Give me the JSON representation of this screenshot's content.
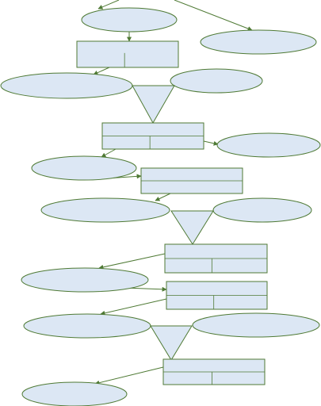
{
  "diagram": {
    "nodes": [
      {
        "id": "e1",
        "shape": "ellipse",
        "label": ""
      },
      {
        "id": "e2",
        "shape": "ellipse",
        "label": ""
      },
      {
        "id": "r1",
        "shape": "record",
        "label": ""
      },
      {
        "id": "e3",
        "shape": "ellipse",
        "label": ""
      },
      {
        "id": "e4",
        "shape": "ellipse",
        "label": ""
      },
      {
        "id": "t1",
        "shape": "triangle",
        "label": ""
      },
      {
        "id": "r2",
        "shape": "record",
        "label": ""
      },
      {
        "id": "e5",
        "shape": "ellipse",
        "label": ""
      },
      {
        "id": "e6",
        "shape": "ellipse",
        "label": ""
      },
      {
        "id": "r3",
        "shape": "record",
        "label": ""
      },
      {
        "id": "e7",
        "shape": "ellipse",
        "label": ""
      },
      {
        "id": "e8",
        "shape": "ellipse",
        "label": ""
      },
      {
        "id": "t2",
        "shape": "triangle",
        "label": ""
      },
      {
        "id": "r4",
        "shape": "record",
        "label": ""
      },
      {
        "id": "e9",
        "shape": "ellipse",
        "label": ""
      },
      {
        "id": "r5",
        "shape": "record",
        "label": ""
      },
      {
        "id": "e10",
        "shape": "ellipse",
        "label": ""
      },
      {
        "id": "e11",
        "shape": "ellipse",
        "label": ""
      },
      {
        "id": "t3",
        "shape": "triangle",
        "label": ""
      },
      {
        "id": "r6",
        "shape": "record",
        "label": ""
      },
      {
        "id": "e12",
        "shape": "ellipse",
        "label": ""
      }
    ],
    "edges": [
      {
        "from": "top",
        "to": "e1"
      },
      {
        "from": "top",
        "to": "e2"
      },
      {
        "from": "e1",
        "to": "r1"
      },
      {
        "from": "r1",
        "to": "e3"
      },
      {
        "from": "r2",
        "to": "e5"
      },
      {
        "from": "r2",
        "to": "e6"
      },
      {
        "from": "e6",
        "to": "r3"
      },
      {
        "from": "r3",
        "to": "e7"
      },
      {
        "from": "r4",
        "to": "e9"
      },
      {
        "from": "e9",
        "to": "r5"
      },
      {
        "from": "r5",
        "to": "e10"
      },
      {
        "from": "r6",
        "to": "e12"
      }
    ],
    "colors": {
      "fill": "#dce7f4",
      "stroke": "#4f7a35"
    }
  }
}
